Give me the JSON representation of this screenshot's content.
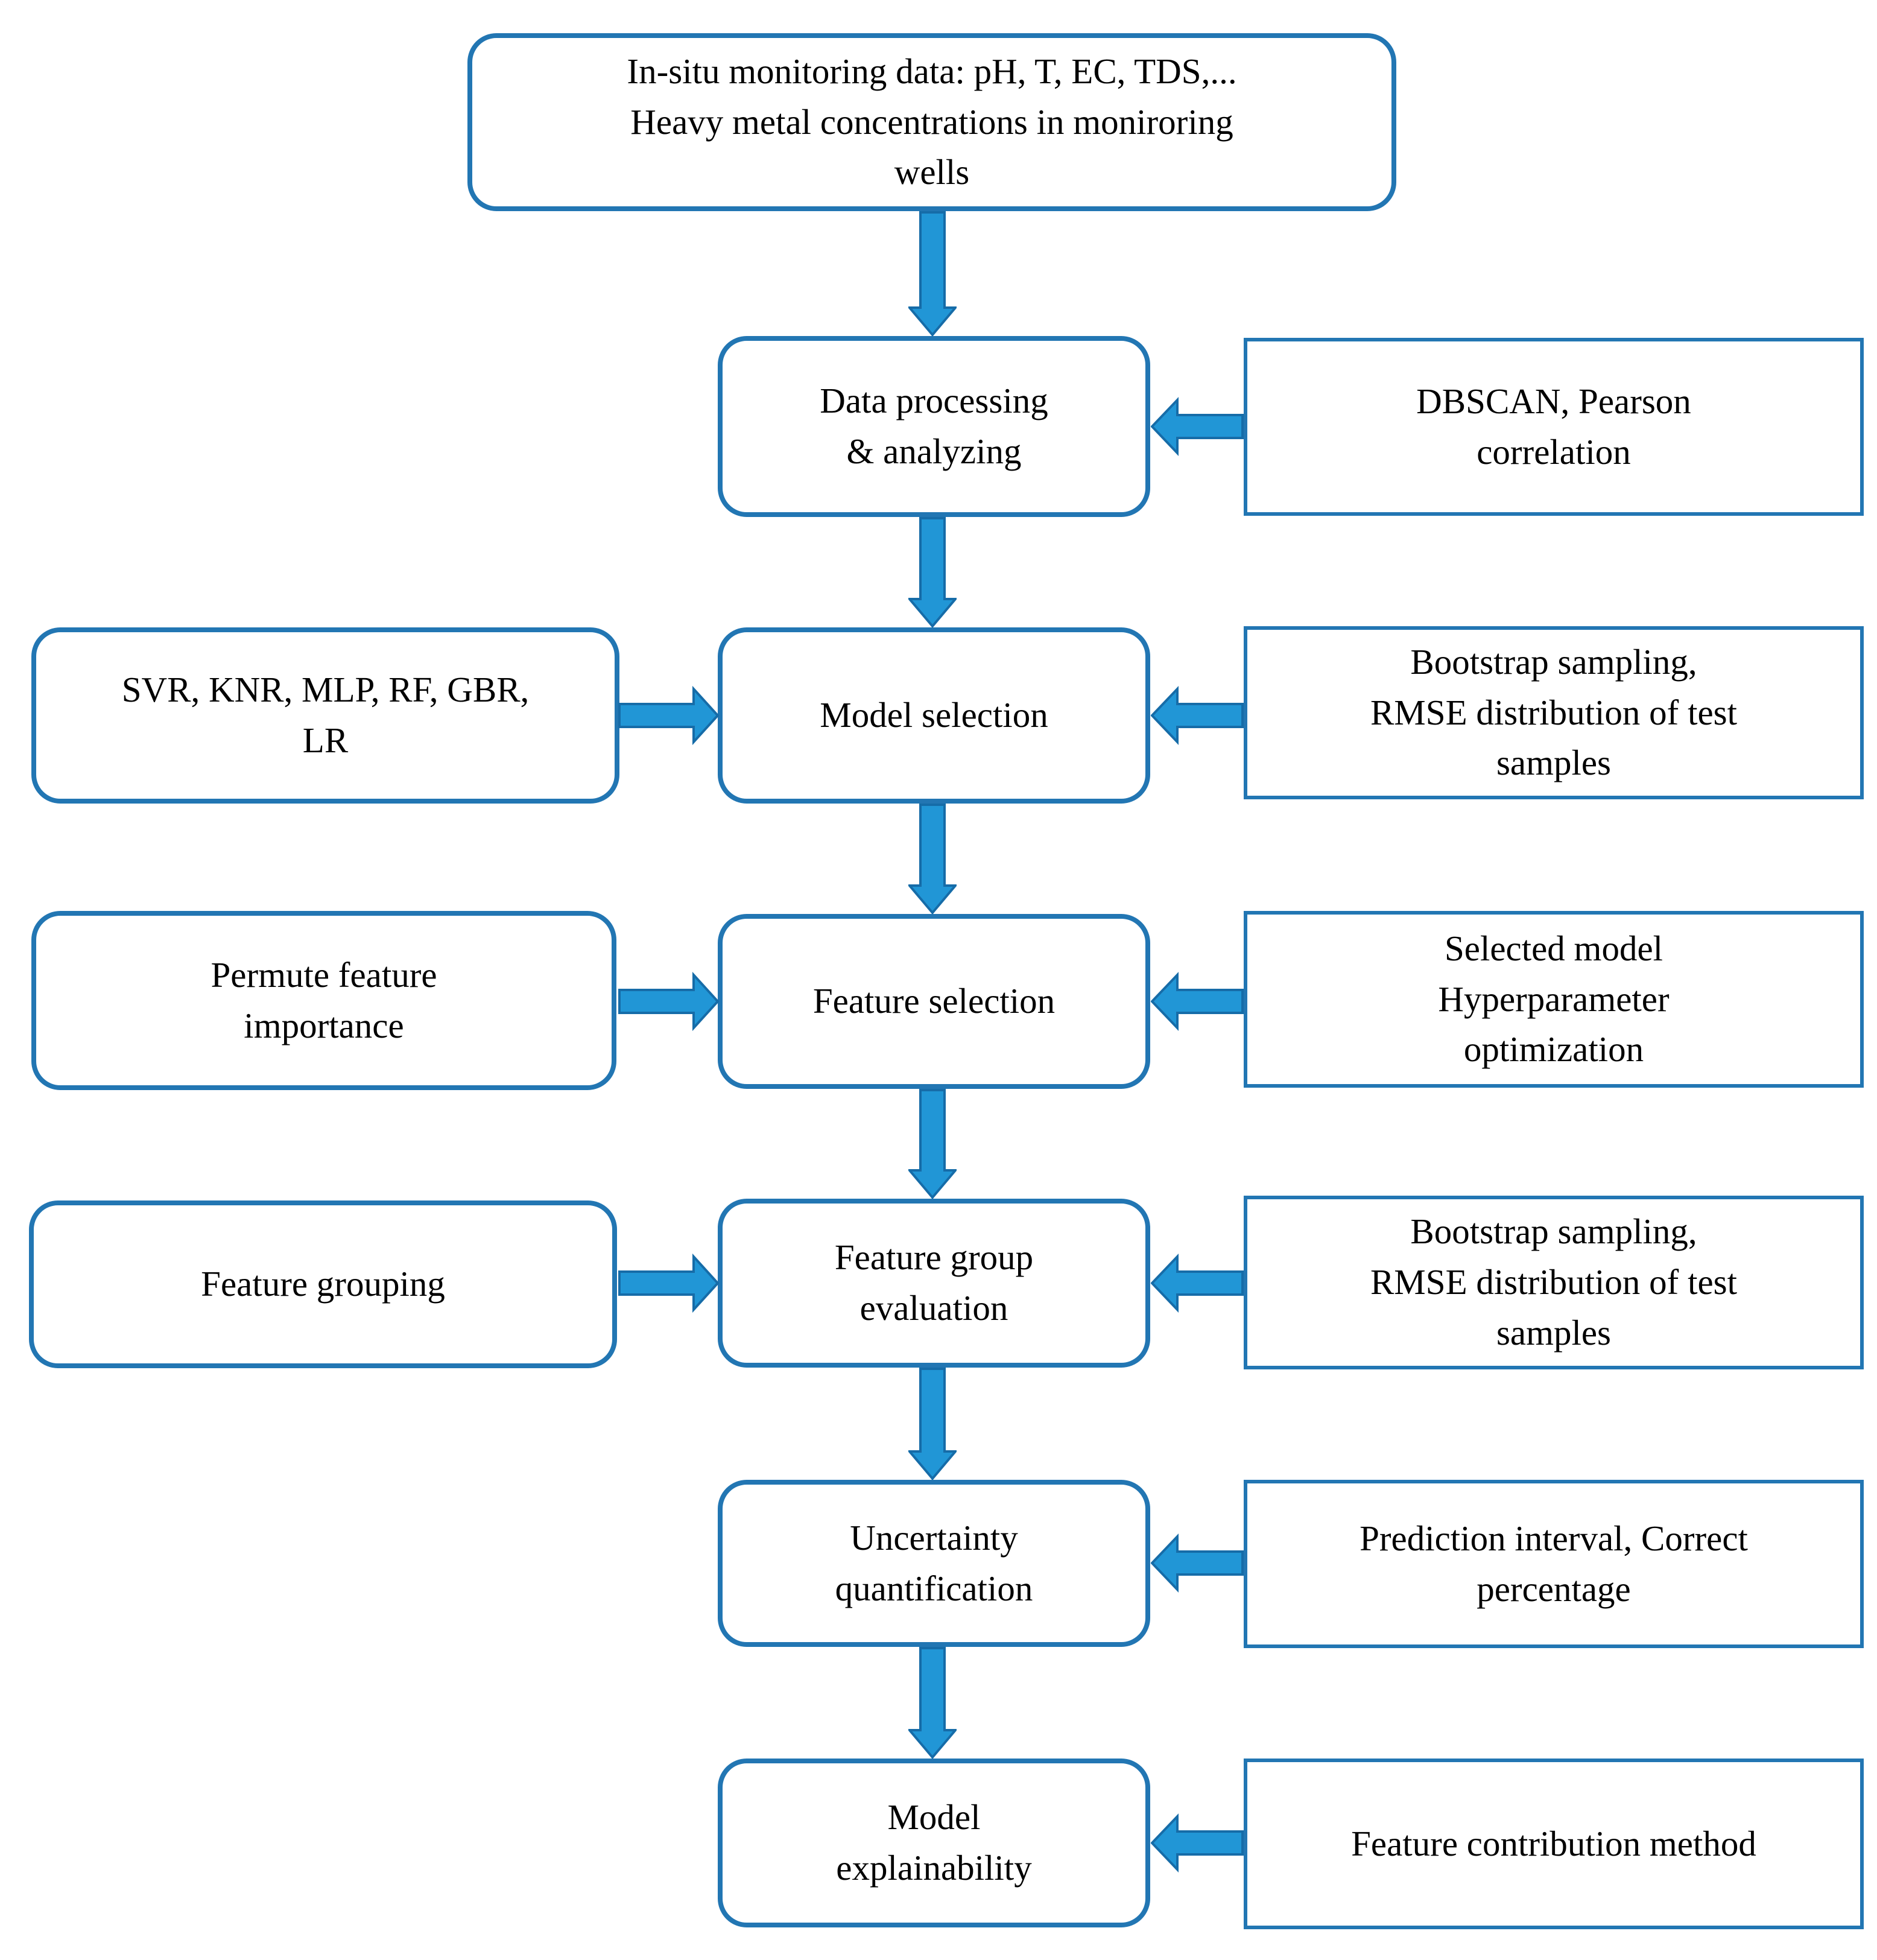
{
  "colors": {
    "box_border": "#2276b3",
    "arrow_fill": "#2196d6",
    "arrow_stroke": "#166ca8",
    "text_color": "#000000",
    "background": "#ffffff"
  },
  "nodes": {
    "source": {
      "text": "In-situ monitoring data: pH, T, EC, TDS,...\nHeavy metal concentrations in moniroring\nwells"
    },
    "data_processing": {
      "text": "Data processing\n& analyzing"
    },
    "model_selection": {
      "text": "Model selection"
    },
    "feature_selection": {
      "text": "Feature selection"
    },
    "feature_group_evaluation": {
      "text": "Feature group\nevaluation"
    },
    "uncertainty_quantification": {
      "text": "Uncertainty\nquantification"
    },
    "model_explainability": {
      "text": "Model\nexplainability"
    },
    "candidate_models": {
      "text": "SVR, KNR, MLP, RF, GBR,\nLR"
    },
    "permute_feature_importance": {
      "text": "Permute feature\nimportance"
    },
    "feature_grouping": {
      "text": "Feature grouping"
    },
    "dbscan_pearson": {
      "text": "DBSCAN, Pearson\ncorrelation"
    },
    "bootstrap_model": {
      "text": "Bootstrap sampling,\nRMSE distribution of test\nsamples"
    },
    "selected_model_hyperparameter": {
      "text": "Selected model\nHyperparameter\noptimization"
    },
    "bootstrap_group": {
      "text": "Bootstrap sampling,\nRMSE distribution of test\nsamples"
    },
    "prediction_interval": {
      "text": "Prediction interval, Correct\npercentage"
    },
    "feature_contribution": {
      "text": "Feature contribution method"
    }
  }
}
